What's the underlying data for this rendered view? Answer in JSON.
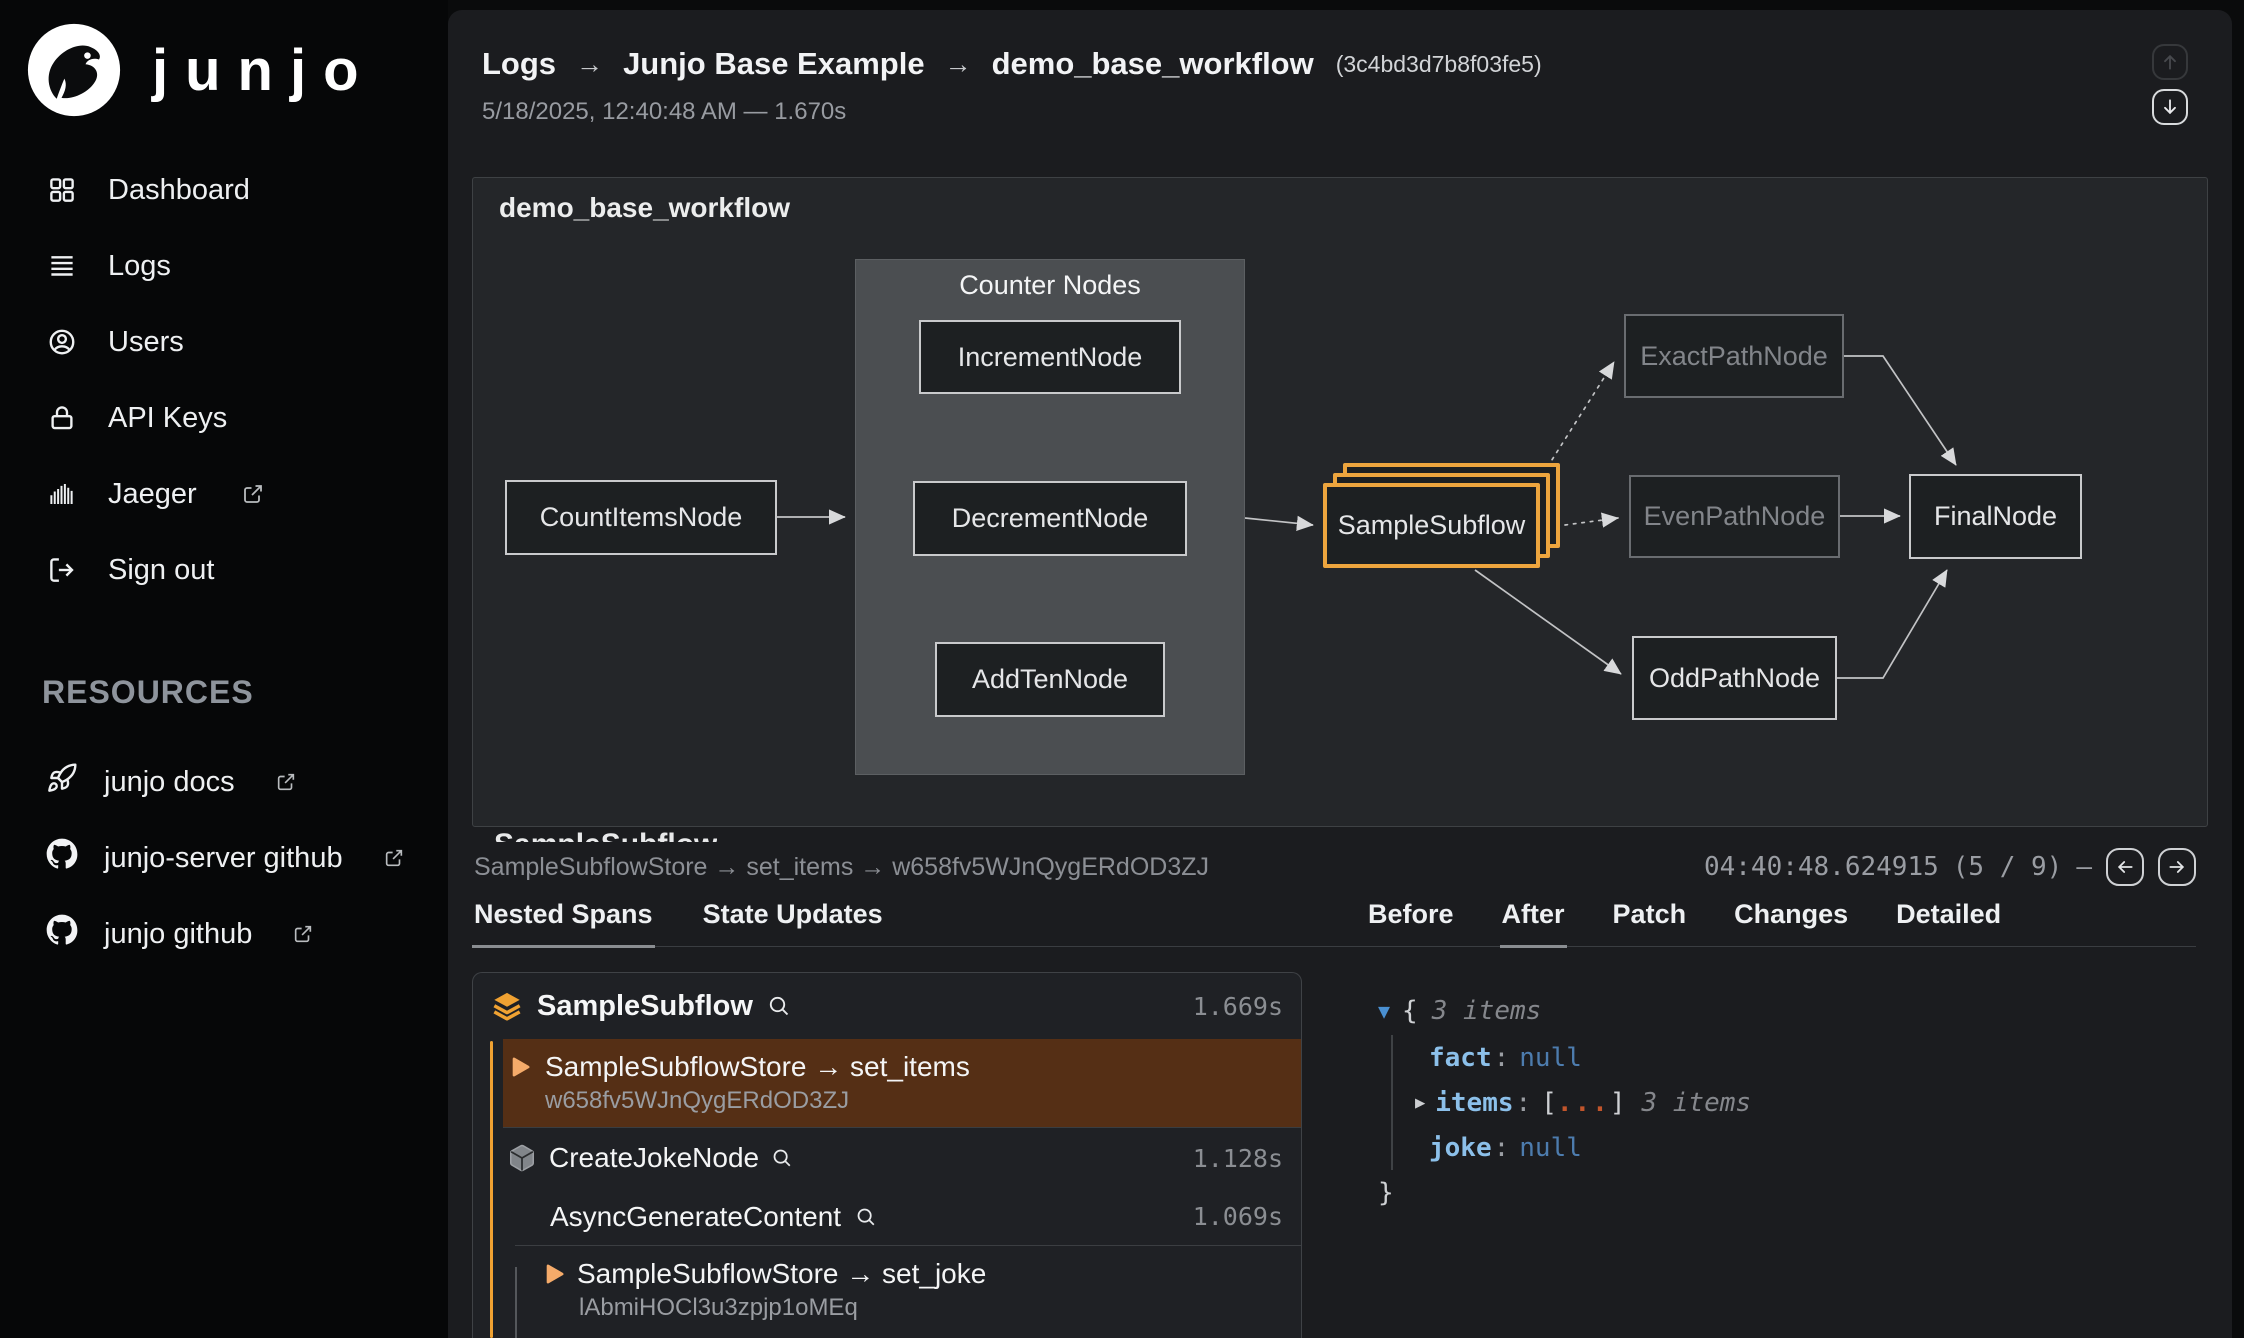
{
  "ui": {
    "brand": "junjo",
    "arrow": "→"
  },
  "sidebar": {
    "nav": [
      {
        "label": "Dashboard"
      },
      {
        "label": "Logs"
      },
      {
        "label": "Users"
      },
      {
        "label": "API Keys"
      },
      {
        "label": "Jaeger"
      },
      {
        "label": "Sign out"
      }
    ],
    "resources_title": "RESOURCES",
    "resources": [
      {
        "label": "junjo docs"
      },
      {
        "label": "junjo-server github"
      },
      {
        "label": "junjo github"
      }
    ]
  },
  "header": {
    "crumbs": [
      "Logs",
      "Junjo Base Example",
      "demo_base_workflow"
    ],
    "hash": "(3c4bd3d7b8f03fe5)",
    "datetime": "5/18/2025, 12:40:48 AM — 1.670s"
  },
  "graph": {
    "title": "demo_base_workflow",
    "group": "Counter Nodes",
    "nodes": {
      "count_items": "CountItemsNode",
      "increment": "IncrementNode",
      "decrement": "DecrementNode",
      "add_ten": "AddTenNode",
      "subflow": "SampleSubflow",
      "exact": "ExactPathNode",
      "even": "EvenPathNode",
      "odd": "OddPathNode",
      "final": "FinalNode"
    },
    "cutoff_label": "SampleSubflow"
  },
  "span_bar": {
    "path": "SampleSubflowStore → set_items → w658fv5WJnQygERdOD3ZJ",
    "time": "04:40:48.624915",
    "counter": "(5 / 9)",
    "dash": "—"
  },
  "tabs": {
    "left": [
      {
        "label": "Nested Spans"
      },
      {
        "label": "State Updates"
      }
    ],
    "right": [
      {
        "label": "Before"
      },
      {
        "label": "After"
      },
      {
        "label": "Patch"
      },
      {
        "label": "Changes"
      },
      {
        "label": "Detailed"
      }
    ]
  },
  "spans": {
    "root_name": "SampleSubflow",
    "root_duration": "1.669s",
    "selected_title": "SampleSubflowStore → set_items",
    "selected_id": "w658fv5WJnQygERdOD3ZJ",
    "node2_name": "CreateJokeNode",
    "node2_duration": "1.128s",
    "node3_name": "AsyncGenerateContent",
    "node3_duration": "1.069s",
    "node4_title": "SampleSubflowStore → set_joke",
    "node4_id": "lAbmiHOCl3u3zpjp1oMEq"
  },
  "json_view": {
    "open_brace": "{",
    "close_brace": "}",
    "root_count": "3 items",
    "colon": ":",
    "fact_key": "fact",
    "fact_value": "null",
    "items_key": "items",
    "open_bracket": "[",
    "dots": "...",
    "close_bracket": "]",
    "items_count": "3 items",
    "joke_key": "joke",
    "joke_value": "null"
  },
  "colors": {
    "accent_orange": "#f0a232",
    "selected_row_bg": "#552f15",
    "json_key": "#8cc0ea",
    "json_null": "#4d7cae",
    "json_dots": "#c2552b"
  }
}
